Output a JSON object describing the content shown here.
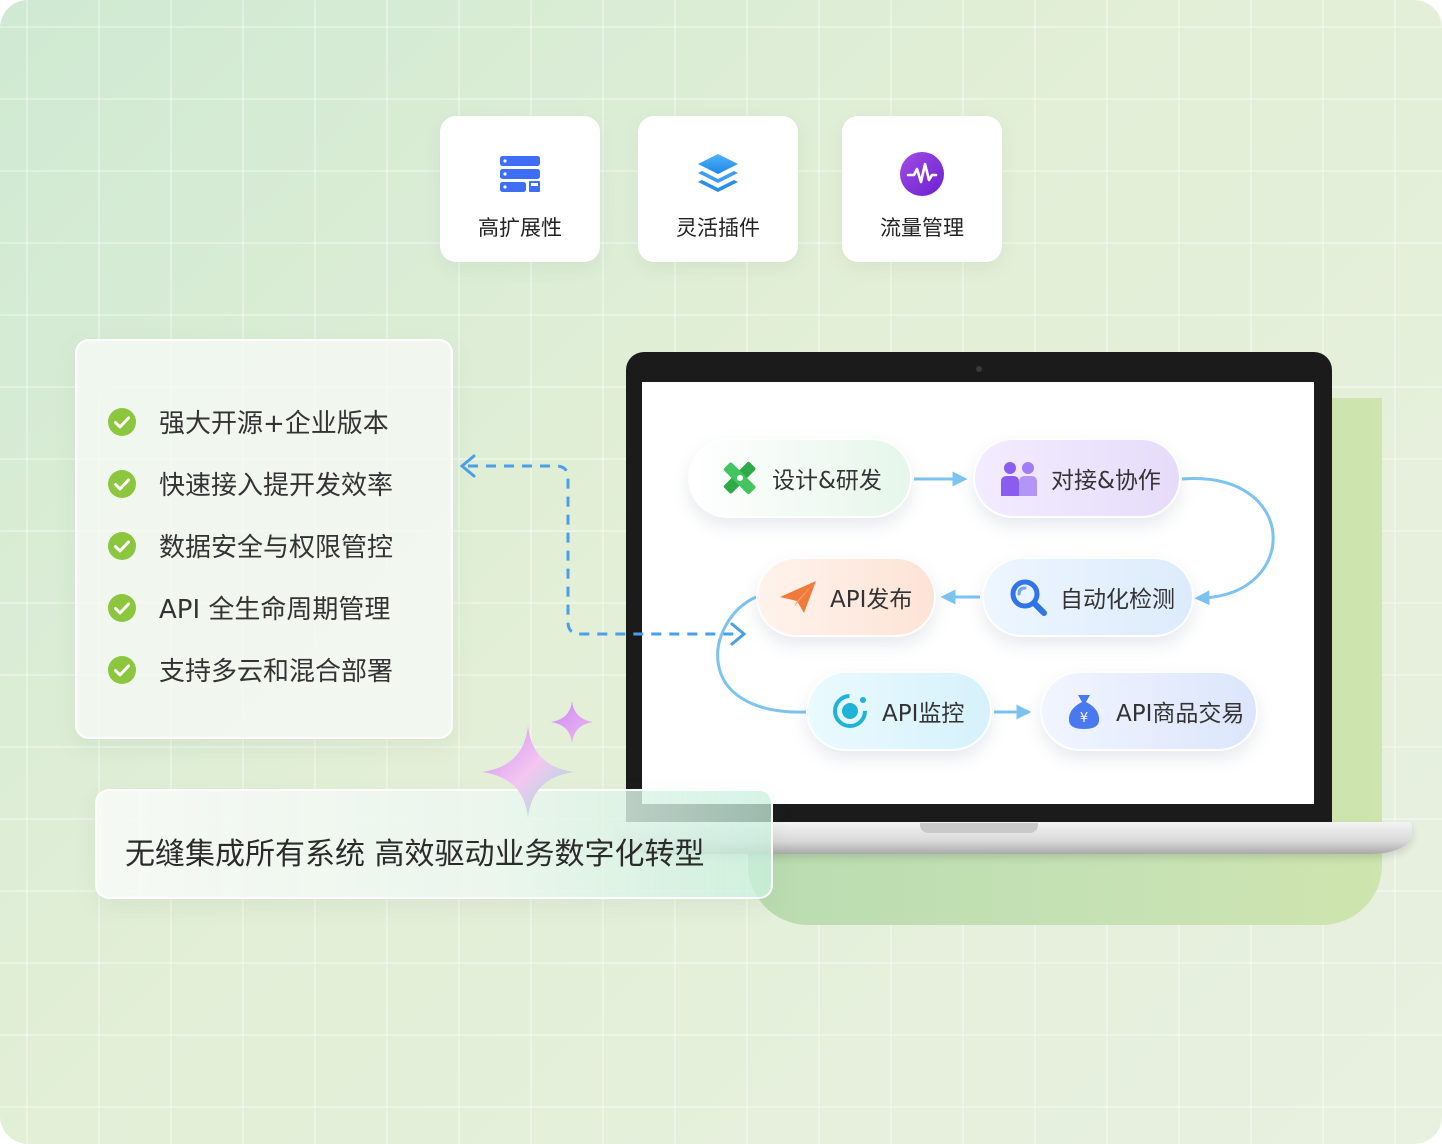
{
  "features": [
    {
      "label": "高扩展性",
      "icon": "server-stack-icon"
    },
    {
      "label": "灵活插件",
      "icon": "layers-icon"
    },
    {
      "label": "流量管理",
      "icon": "waveform-icon"
    }
  ],
  "checklist": [
    "强大开源+企业版本",
    "快速接入提开发效率",
    "数据安全与权限管控",
    "API 全生命周期管理",
    "支持多云和混合部署"
  ],
  "flow": {
    "design": "设计&研发",
    "collab": "对接&协作",
    "detect": "自动化检测",
    "publish": "API发布",
    "monitor": "API监控",
    "trade": "API商品交易"
  },
  "tagline": "无缝集成所有系统 高效驱动业务数字化转型",
  "colors": {
    "accent_blue": "#3d6ef5",
    "accent_purple": "#8a2be2",
    "check_green": "#8cc63f",
    "flow_line": "#7cc3f0"
  }
}
